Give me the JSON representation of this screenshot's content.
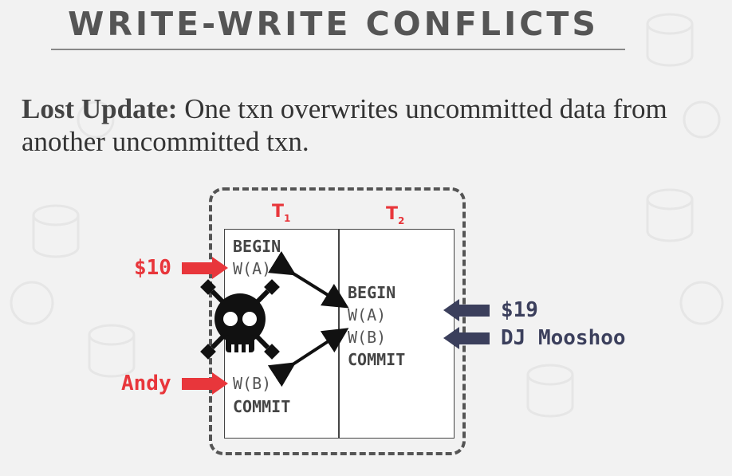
{
  "slide": {
    "title": "WRITE-WRITE CONFLICTS",
    "paragraph_bold": "Lost Update:",
    "paragraph_text": " One txn overwrites uncommitted data from another uncommitted txn."
  },
  "schedule": {
    "t1": {
      "label": "T",
      "sub": "1",
      "begin": "BEGIN",
      "write_a": "W(A)",
      "write_b": "W(B)",
      "commit": "COMMIT"
    },
    "t2": {
      "label": "T",
      "sub": "2",
      "begin": "BEGIN",
      "write_a": "W(A)",
      "write_b": "W(B)",
      "commit": "COMMIT"
    }
  },
  "inputs": {
    "t1_a_value": "$10",
    "t1_b_value": "Andy",
    "t2_a_value": "$19",
    "t2_b_value": "DJ Mooshoo"
  },
  "colors": {
    "accent_red": "#e8363b",
    "accent_dark": "#3b3f5c",
    "text": "#555555"
  },
  "icons": [
    "skull-crossbones-icon",
    "double-arrow-icon",
    "right-arrow-icon",
    "left-arrow-icon"
  ]
}
